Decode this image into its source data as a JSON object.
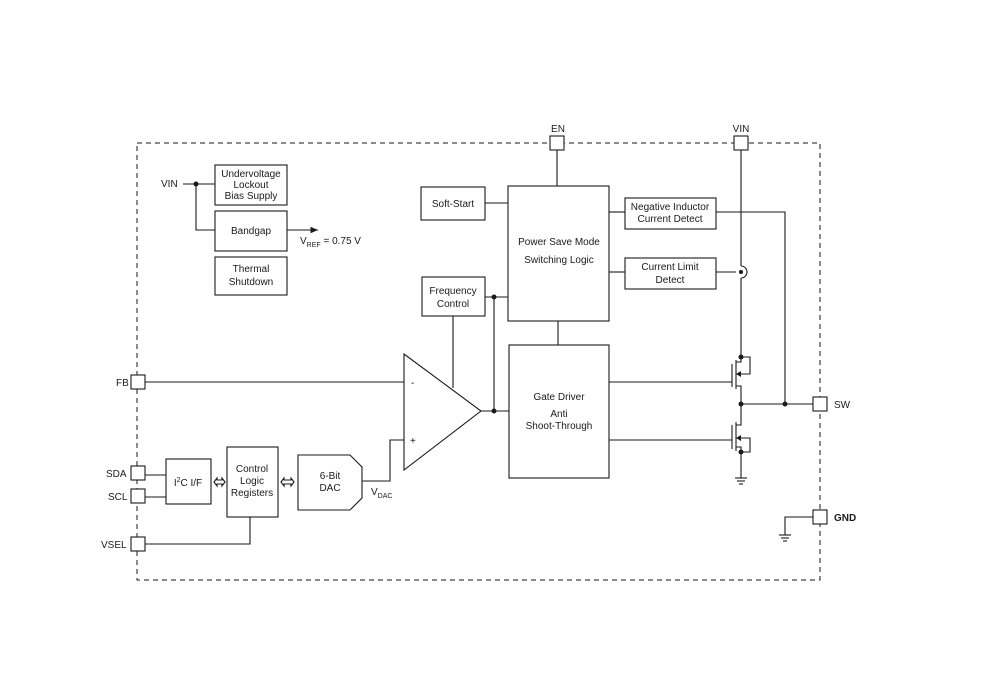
{
  "pins": {
    "en": "EN",
    "vin_top": "VIN",
    "vin_left": "VIN",
    "fb": "FB",
    "sda": "SDA",
    "scl": "SCL",
    "vsel": "VSEL",
    "sw": "SW",
    "gnd": "GND"
  },
  "blocks": {
    "uvlo": [
      "Undervoltage",
      "Lockout",
      "Bias Supply"
    ],
    "bandgap": "Bandgap",
    "thermal": [
      "Thermal",
      "Shutdown"
    ],
    "softstart": "Soft-Start",
    "psm": [
      "Power Save Mode",
      "Switching Logic"
    ],
    "freq": [
      "Frequency",
      "Control"
    ],
    "gate": [
      "Gate Driver",
      "Anti",
      "Shoot-Through"
    ],
    "neg_ind": [
      "Negative Inductor",
      "Current Detect"
    ],
    "cur_lim": [
      "Current Limit",
      "Detect"
    ],
    "i2c": {
      "main": "I",
      "sup": "2",
      "rest": "C I/F"
    },
    "ctrl": [
      "Control",
      "Logic",
      "Registers"
    ],
    "dac": [
      "6-Bit",
      "DAC"
    ]
  },
  "labels": {
    "vref": {
      "main": "V",
      "sub": "REF",
      "rest": " = 0.75 V"
    },
    "vdac": {
      "main": "V",
      "sub": "DAC"
    },
    "opamp_minus": "-",
    "opamp_plus": "+"
  }
}
